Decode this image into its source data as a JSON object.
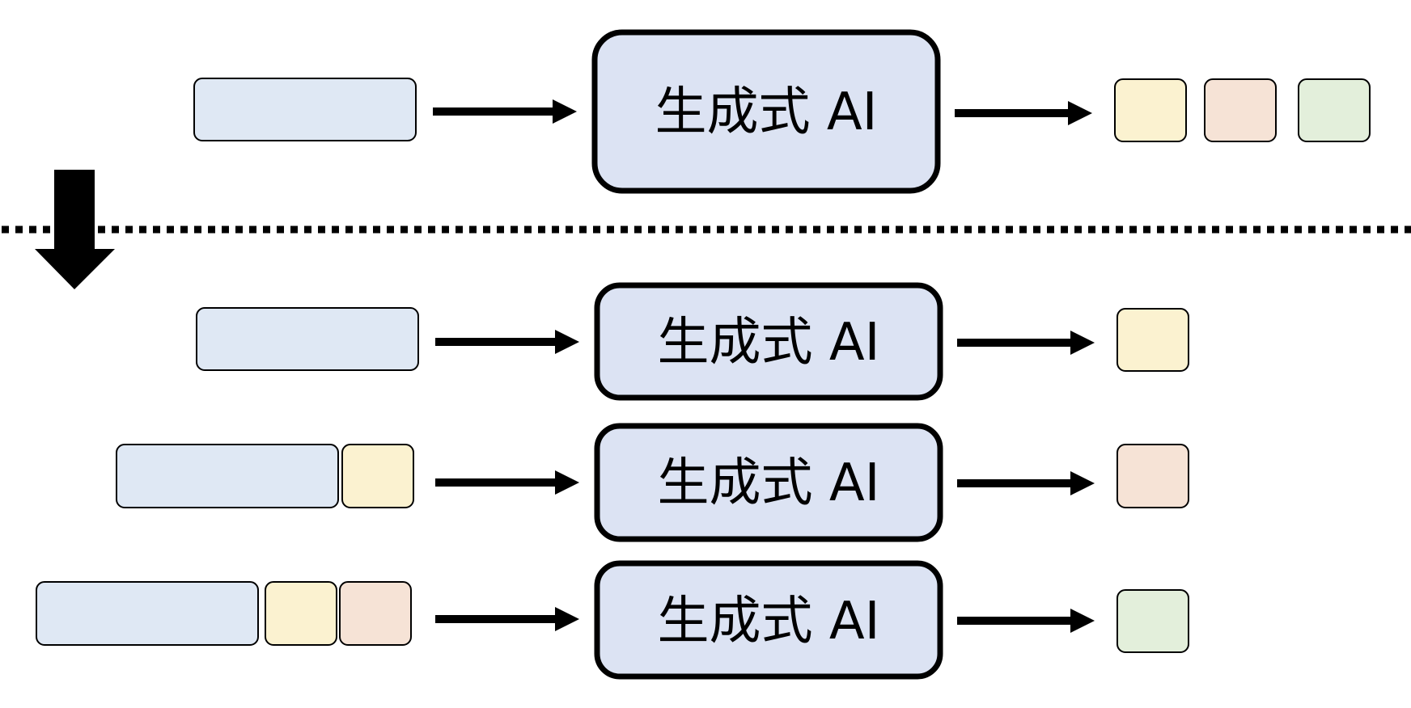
{
  "diagram": {
    "ai_label": "生成式 AI",
    "colors": {
      "input": "#dfe8f4",
      "ai_box": "#dce3f3",
      "token_yellow": "#fbf2d0",
      "token_peach": "#f6e3d6",
      "token_green": "#e3efdb",
      "stroke": "#000000"
    },
    "top_row": {
      "input_tokens": [],
      "output_tokens": [
        "token_yellow",
        "token_peach",
        "token_green"
      ]
    },
    "steps": [
      {
        "input_tokens": [],
        "output_token": "token_yellow"
      },
      {
        "input_tokens": [
          "token_yellow"
        ],
        "output_token": "token_peach"
      },
      {
        "input_tokens": [
          "token_yellow",
          "token_peach"
        ],
        "output_token": "token_green"
      }
    ],
    "icons": {
      "flow_arrow": "right-arrow-icon",
      "transition": "down-arrow-icon",
      "separator": "dotted-line"
    }
  }
}
